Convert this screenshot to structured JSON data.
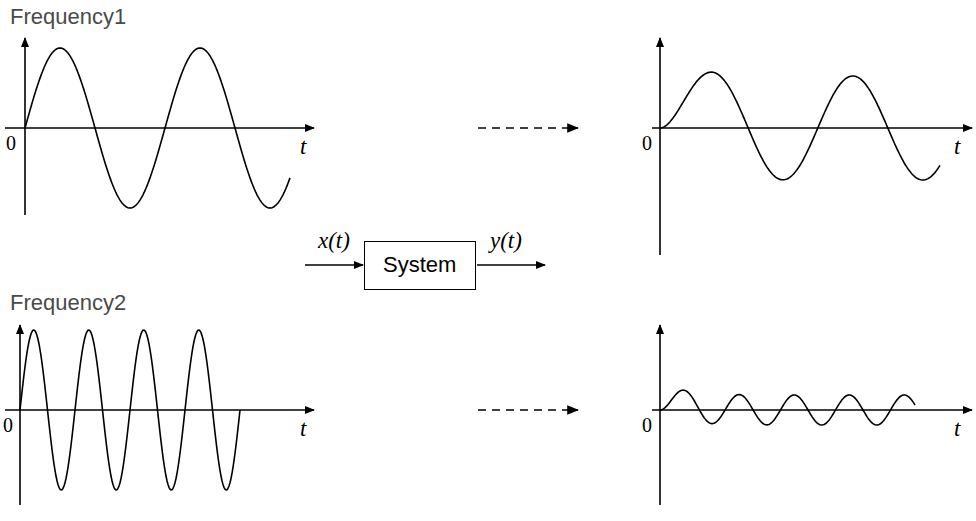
{
  "diagram": {
    "nodes": [
      {
        "text": [
          "System"
        ]
      }
    ],
    "labels": [
      "Frequency1",
      "0",
      "t",
      "0",
      "t",
      "x(t)",
      "y(t)",
      "Frequency2",
      "0",
      "t",
      "0",
      "t"
    ]
  }
}
